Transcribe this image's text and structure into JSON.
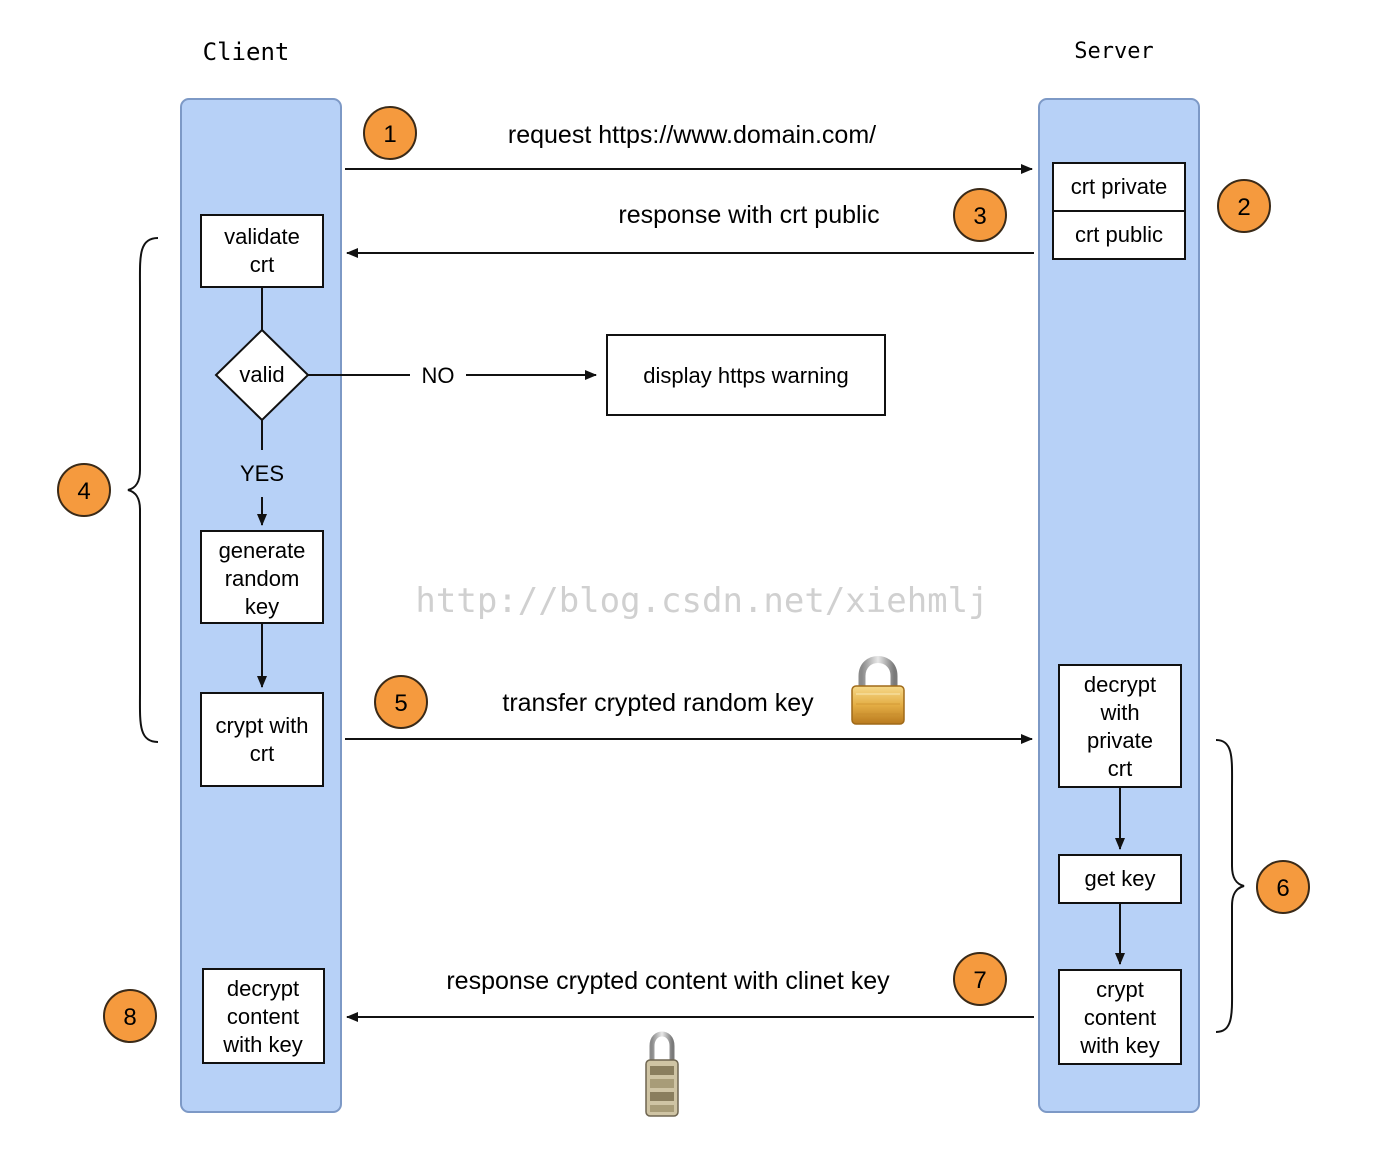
{
  "lanes": {
    "client": "Client",
    "server": "Server"
  },
  "steps": {
    "s1": {
      "num": "1",
      "label": "request https://www.domain.com/"
    },
    "s2": {
      "num": "2"
    },
    "s3": {
      "num": "3",
      "label": "response with crt public"
    },
    "s4": {
      "num": "4"
    },
    "s5": {
      "num": "5",
      "label": "transfer crypted random key"
    },
    "s6": {
      "num": "6"
    },
    "s7": {
      "num": "7",
      "label": "response crypted content with clinet key"
    },
    "s8": {
      "num": "8"
    }
  },
  "client_boxes": {
    "validate": [
      "validate",
      "crt"
    ],
    "decision": "valid",
    "no_label": "NO",
    "yes_label": "YES",
    "warning": "display https warning",
    "generate": [
      "generate",
      "random",
      "key"
    ],
    "crypt": [
      "crypt with",
      "crt"
    ],
    "decrypt": [
      "decrypt",
      "content",
      "with key"
    ]
  },
  "server_boxes": {
    "crt_private": "crt private",
    "crt_public": "crt public",
    "decrypt": [
      "decrypt",
      "with",
      "private",
      "crt"
    ],
    "get_key": "get key",
    "crypt": [
      "crypt",
      "content",
      "with key"
    ]
  },
  "watermark": "http://blog.csdn.net/xiehmlj",
  "icons": [
    "padlock-closed-icon",
    "padlock-combination-icon"
  ],
  "colors": {
    "lane_fill": "#b7d1f7",
    "lane_stroke": "#7d99c6",
    "badge_fill": "#f59a3e",
    "badge_stroke": "#3a2a18",
    "line": "#111111",
    "watermark": "#cfcfcf"
  }
}
